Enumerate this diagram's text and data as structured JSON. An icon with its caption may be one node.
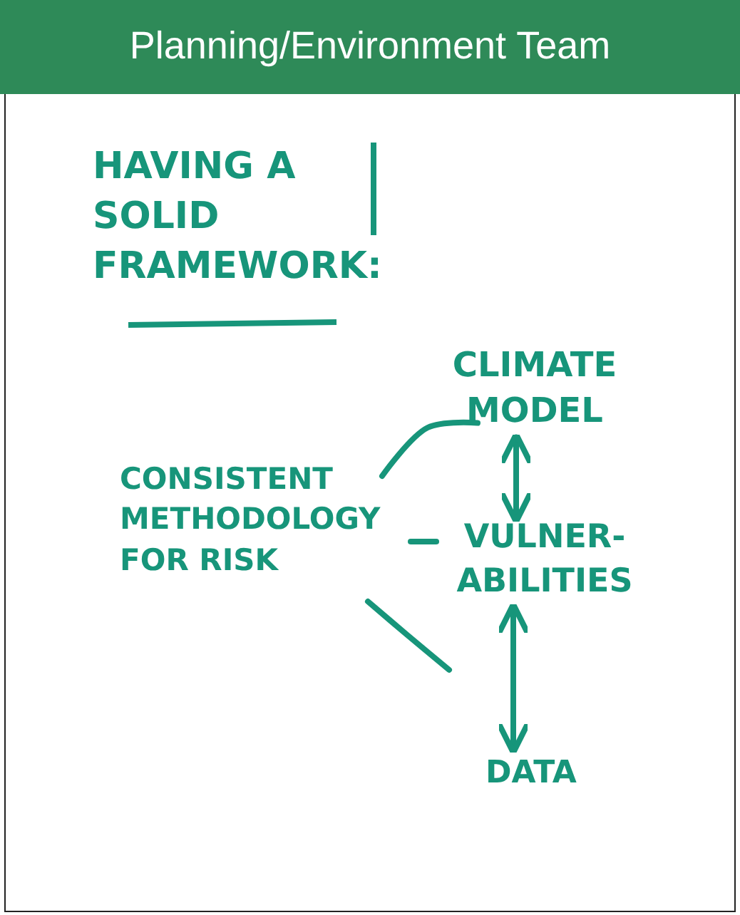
{
  "diagram": {
    "title": "Planning/Environment Team",
    "nodes": [
      {
        "text": [
          "CLIMATE MODEL"
        ]
      },
      {
        "text": [
          "CONSISTENT METHODOLOGY FOR RISK"
        ]
      },
      {
        "text": [
          "VULNER- ABILITIES"
        ]
      },
      {
        "text": [
          "DATA"
        ]
      }
    ],
    "edges": [
      {
        "from": 1,
        "to": 0,
        "arrow": "none"
      },
      {
        "from": 1,
        "to": 2,
        "arrow": "none"
      },
      {
        "from": 0,
        "to": 2,
        "arrow": "both"
      },
      {
        "from": 2,
        "to": 3,
        "arrow": "both"
      },
      {
        "from": 1,
        "to": null,
        "arrow": "none"
      }
    ],
    "labels": [
      "HAVING A SOLID FRAMEWORK:"
    ]
  }
}
